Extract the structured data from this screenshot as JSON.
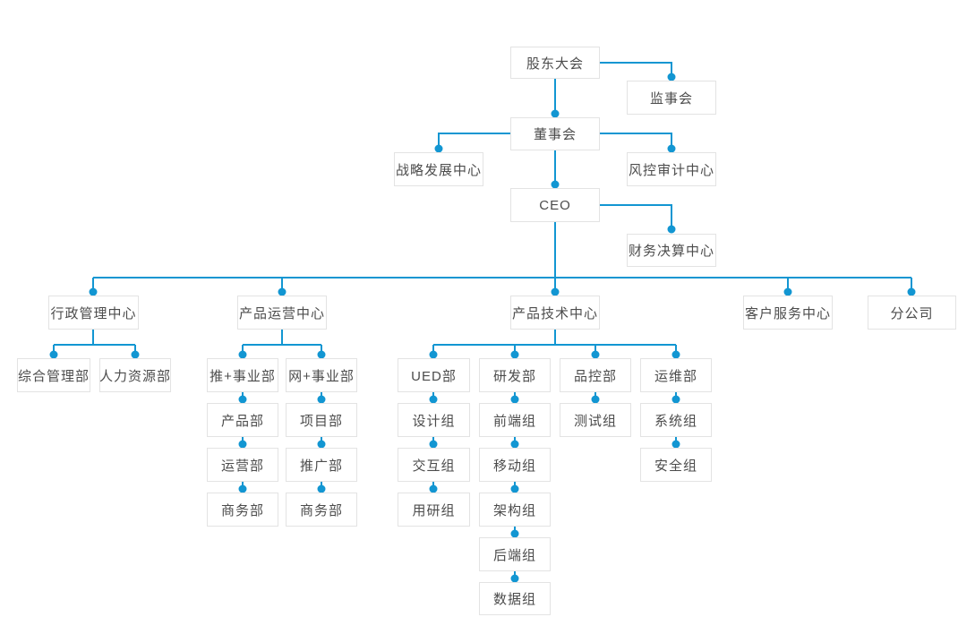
{
  "diagram": {
    "type": "org-chart",
    "accent_color": "#1296d2",
    "box_border_color": "#e3e3e3",
    "box_fill_color": "#ffffff",
    "text_color": "#4c4c4c",
    "background_color": "#ffffff",
    "nodes": {
      "shareholders": {
        "label": "股东大会"
      },
      "supervisory": {
        "label": "监事会"
      },
      "board": {
        "label": "董事会"
      },
      "strategy_center": {
        "label": "战略发展中心"
      },
      "risk_audit_center": {
        "label": "风控审计中心"
      },
      "ceo": {
        "label": "CEO"
      },
      "finance_center": {
        "label": "财务决算中心"
      },
      "admin_center": {
        "label": "行政管理中心"
      },
      "general_mgmt_dept": {
        "label": "综合管理部"
      },
      "hr_dept": {
        "label": "人力资源部"
      },
      "product_ops_center": {
        "label": "产品运营中心"
      },
      "tui_business_unit": {
        "label": "推+事业部"
      },
      "wang_business_unit": {
        "label": "网+事业部"
      },
      "product_dept": {
        "label": "产品部"
      },
      "operations_dept": {
        "label": "运营部"
      },
      "business_dept_tui": {
        "label": "商务部"
      },
      "project_dept": {
        "label": "项目部"
      },
      "promotion_dept": {
        "label": "推广部"
      },
      "business_dept_wang": {
        "label": "商务部"
      },
      "product_tech_center": {
        "label": "产品技术中心"
      },
      "ued_dept": {
        "label": "UED部"
      },
      "design_group": {
        "label": "设计组"
      },
      "interaction_group": {
        "label": "交互组"
      },
      "user_research_group": {
        "label": "用研组"
      },
      "rd_dept": {
        "label": "研发部"
      },
      "frontend_group": {
        "label": "前端组"
      },
      "mobile_group": {
        "label": "移动组"
      },
      "architecture_group": {
        "label": "架构组"
      },
      "backend_group": {
        "label": "后端组"
      },
      "data_group": {
        "label": "数据组"
      },
      "qa_dept": {
        "label": "品控部"
      },
      "testing_group": {
        "label": "测试组"
      },
      "om_dept": {
        "label": "运维部"
      },
      "system_group": {
        "label": "系统组"
      },
      "security_group": {
        "label": "安全组"
      },
      "customer_service_center": {
        "label": "客户服务中心"
      },
      "branch_company": {
        "label": "分公司"
      }
    },
    "hierarchy": {
      "shareholders": [
        "supervisory",
        "board"
      ],
      "board": [
        "strategy_center",
        "risk_audit_center",
        "ceo"
      ],
      "ceo": [
        "finance_center",
        "admin_center",
        "product_ops_center",
        "product_tech_center",
        "customer_service_center",
        "branch_company"
      ],
      "admin_center": [
        "general_mgmt_dept",
        "hr_dept"
      ],
      "product_ops_center": [
        "tui_business_unit",
        "wang_business_unit"
      ],
      "tui_business_unit": [
        "product_dept",
        "operations_dept",
        "business_dept_tui"
      ],
      "wang_business_unit": [
        "project_dept",
        "promotion_dept",
        "business_dept_wang"
      ],
      "product_tech_center": [
        "ued_dept",
        "rd_dept",
        "qa_dept",
        "om_dept"
      ],
      "ued_dept": [
        "design_group",
        "interaction_group",
        "user_research_group"
      ],
      "rd_dept": [
        "frontend_group",
        "mobile_group",
        "architecture_group",
        "backend_group",
        "data_group"
      ],
      "qa_dept": [
        "testing_group"
      ],
      "om_dept": [
        "system_group",
        "security_group"
      ]
    }
  }
}
